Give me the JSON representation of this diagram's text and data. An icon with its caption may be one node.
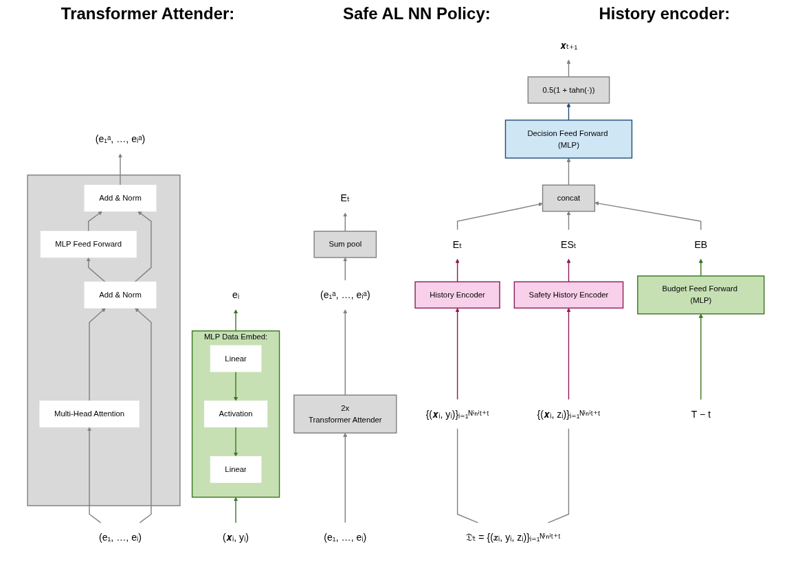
{
  "diagram": {
    "nodes": [
      {
        "text": [
          "(e₁ᵃ, …, eᵢᵃ)"
        ]
      },
      {
        "text": [],
        "shape": "box"
      },
      {
        "text": [
          "Add & Norm"
        ],
        "in": 1
      },
      {
        "text": [
          "MLP Feed Forward"
        ],
        "in": 1
      },
      {
        "text": [
          "Add & Norm"
        ],
        "in": 1
      },
      {
        "text": [
          "Multi-Head Attention"
        ],
        "in": 1
      },
      {
        "text": [
          "(e₁, …, eᵢ)"
        ]
      },
      {
        "text": [
          "eᵢ"
        ]
      },
      {
        "text": [
          "MLP Data Embed:"
        ]
      },
      {
        "text": [
          "Linear"
        ],
        "in": 8
      },
      {
        "text": [
          "Activation"
        ],
        "in": 8
      },
      {
        "text": [
          "Linear"
        ],
        "in": 8
      },
      {
        "text": [
          "(𝒙ᵢ, yᵢ)"
        ]
      },
      {
        "text": [
          "Eₜ"
        ]
      },
      {
        "text": [
          "Sum pool"
        ]
      },
      {
        "text": [
          "(e₁ᵃ, …, eᵢᵃ)"
        ]
      },
      {
        "text": [
          "2x",
          "Transformer Attender"
        ]
      },
      {
        "text": [
          "(e₁, …, eᵢ)"
        ]
      },
      {
        "text": [
          "𝒙ₜ₊₁"
        ]
      },
      {
        "text": [
          "0.5(1 + tahn(·))"
        ]
      },
      {
        "text": [
          "Decision Feed Forward (MLP)"
        ]
      },
      {
        "text": [
          "concat"
        ]
      },
      {
        "text": [
          "Eₜ"
        ]
      },
      {
        "text": [
          "ESₜ"
        ]
      },
      {
        "text": [
          "EB"
        ]
      },
      {
        "text": [
          "History Encoder"
        ]
      },
      {
        "text": [
          "Safety History Encoder"
        ]
      },
      {
        "text": [
          "Budget Feed Forward (MLP)"
        ]
      },
      {
        "text": [
          "{(𝒙ᵢ, yᵢ)}ᵢ₌₁ᴺⁱⁿⁱᵗ⁺ᵗ"
        ]
      },
      {
        "text": [
          "{(𝒙ᵢ, zᵢ)}ᵢ₌₁ᴺⁱⁿⁱᵗ⁺ᵗ"
        ]
      },
      {
        "text": [
          "𝔇ₜ = {(𝒙ᵢ, yᵢ, zᵢ)}ᵢ₌₁ᴺⁱⁿⁱᵗ⁺ᵗ"
        ]
      },
      {
        "text": [
          "T − t"
        ]
      }
    ],
    "edges": [
      {
        "from": 6,
        "to": 5,
        "arrow": "to"
      },
      {
        "from": 5,
        "to": 4,
        "arrow": "to"
      },
      {
        "from": 4,
        "to": 3,
        "arrow": "to"
      },
      {
        "from": 3,
        "to": 2,
        "arrow": "to"
      },
      {
        "from": 2,
        "to": 0,
        "arrow": "to"
      },
      {
        "from": 6,
        "to": 4,
        "arrow": "to"
      },
      {
        "from": 4,
        "to": 2,
        "arrow": "to"
      },
      {
        "from": 12,
        "to": 8,
        "arrow": "to",
        "color": "#38761d"
      },
      {
        "from": 11,
        "to": 10,
        "arrow": "to",
        "color": "#38761d"
      },
      {
        "from": 10,
        "to": 9,
        "arrow": "to",
        "color": "#38761d"
      },
      {
        "from": 8,
        "to": 7,
        "arrow": "to",
        "color": "#38761d"
      },
      {
        "from": 17,
        "to": 16,
        "arrow": "to"
      },
      {
        "from": 16,
        "to": 15,
        "arrow": "to"
      },
      {
        "from": 15,
        "to": 14,
        "arrow": "to"
      },
      {
        "from": 14,
        "to": 13,
        "arrow": "to"
      },
      {
        "from": 19,
        "to": 18,
        "arrow": "to"
      },
      {
        "from": 20,
        "to": 19,
        "arrow": "to",
        "color": "#1f4e79"
      },
      {
        "from": 21,
        "to": 20,
        "arrow": "to"
      },
      {
        "from": 22,
        "to": 21,
        "arrow": "to"
      },
      {
        "from": 23,
        "to": 21,
        "arrow": "to"
      },
      {
        "from": 24,
        "to": 21,
        "arrow": "to"
      },
      {
        "from": 25,
        "to": 22,
        "arrow": "to",
        "color": "#8e1a57"
      },
      {
        "from": 26,
        "to": 23,
        "arrow": "to",
        "color": "#8e1a57"
      },
      {
        "from": 27,
        "to": 24,
        "arrow": "to",
        "color": "#38761d"
      },
      {
        "from": 28,
        "to": 25,
        "arrow": "to",
        "color": "#8e1a57"
      },
      {
        "from": 29,
        "to": 26,
        "arrow": "to",
        "color": "#8e1a57"
      },
      {
        "from": 30,
        "to": 28,
        "arrow": "none"
      },
      {
        "from": 30,
        "to": 29,
        "arrow": "none"
      },
      {
        "from": 31,
        "to": 27,
        "arrow": "to",
        "color": "#38761d"
      }
    ],
    "labels": [
      "Transformer Attender:",
      "Safe AL NN Policy:",
      "History encoder:"
    ]
  }
}
